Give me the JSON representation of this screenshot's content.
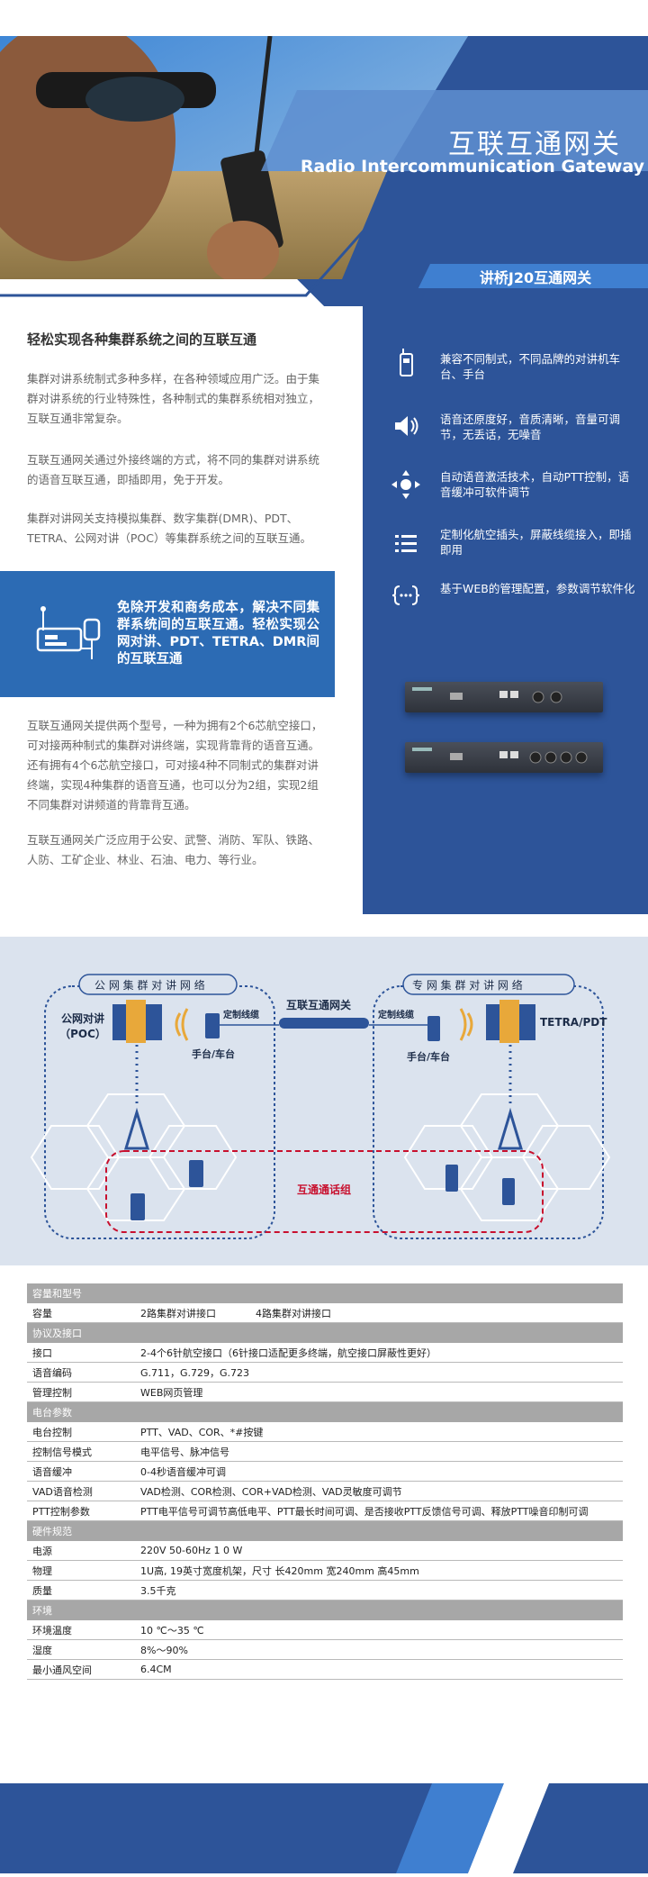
{
  "hero": {
    "title": "互联互通网关",
    "subtitle": "Radio Intercommunication Gateway",
    "banner": "讲桥J20互通网关"
  },
  "intro": {
    "heading": "轻松实现各种集群系统之间的互联互通",
    "paragraphs": [
      "集群对讲系统制式多种多样，在各种领域应用广泛。由于集群对讲系统的行业特殊性，各种制式的集群系统相对独立，互联互通非常复杂。",
      "互联互通网关通过外接终端的方式，将不同的集群对讲系统的语音互联互通，即插即用，免于开发。",
      "集群对讲网关支持模拟集群、数字集群(DMR)、PDT、TETRA、公网对讲（POC）等集群系统之间的互联互通。"
    ],
    "highlight": "免除开发和商务成本，解决不同集群系统间的互联互通。轻松实现公网对讲、PDT、TETRA、DMR间的互联互通",
    "paragraphs2": [
      "互联互通网关提供两个型号，一种为拥有2个6芯航空接口，可对接两种制式的集群对讲终端，实现背靠背的语音互通。还有拥有4个6芯航空接口，可对接4种不同制式的集群对讲终端，实现4种集群的语音互通，也可以分为2组，实现2组不同集群对讲频道的背靠背互通。",
      "互联互通网关广泛应用于公安、武警、消防、军队、铁路、人防、工矿企业、林业、石油、电力、等行业。"
    ]
  },
  "features": [
    {
      "icon": "radio-icon",
      "text": "兼容不同制式，不同品牌的对讲机车台、手台"
    },
    {
      "icon": "speaker-icon",
      "text": "语音还原度好，音质清晰，音量可调节，无丢话，无噪音"
    },
    {
      "icon": "ptt-icon",
      "text": "自动语音激活技术，自动PTT控制，语音缓冲可软件调节"
    },
    {
      "icon": "list-icon",
      "text": "定制化航空插头，屏蔽线缆接入，即插即用"
    },
    {
      "icon": "web-icon",
      "text": "基于WEB的管理配置，参数调节软件化"
    }
  ],
  "diagram": {
    "left_network": "公 网 集 群 对 讲 网 络",
    "right_network": "专 网 集 群 对 讲 网 络",
    "gateway": "互联互通网关",
    "left_system": "公网对讲\n（POC）",
    "right_system": "TETRA/PDT",
    "cable_left": "定制线缆",
    "cable_right": "定制线缆",
    "terminal_left": "手台/车台",
    "terminal_right": "手台/车台",
    "group": "互通通话组"
  },
  "spec": [
    {
      "section": "容量和型号"
    },
    {
      "k": "容量",
      "v": "2路集群对讲接口　　　　4路集群对讲接口"
    },
    {
      "section": "协议及接口"
    },
    {
      "k": "接口",
      "v": "2-4个6针航空接口（6针接口适配更多终端，航空接口屏蔽性更好）"
    },
    {
      "k": "语音编码",
      "v": "G.711，G.729，G.723"
    },
    {
      "k": "管理控制",
      "v": "WEB网页管理"
    },
    {
      "section": "电台参数"
    },
    {
      "k": "电台控制",
      "v": "PTT、VAD、COR、*#按键"
    },
    {
      "k": "控制信号模式",
      "v": "电平信号、脉冲信号"
    },
    {
      "k": "语音缓冲",
      "v": "0-4秒语音缓冲可调"
    },
    {
      "k": "VAD语音检测",
      "v": "VAD检测、COR检测、COR+VAD检测、VAD灵敏度可调节"
    },
    {
      "k": "PTT控制参数",
      "v": "PTT电平信号可调节高低电平、PTT最长时间可调、是否接收PTT反馈信号可调、释放PTT噪音印制可调"
    },
    {
      "section": "硬件规范"
    },
    {
      "k": "电源",
      "v": "220V  50-60Hz 1 0 W"
    },
    {
      "k": "物理",
      "v": "1U高, 19英寸宽度机架，尺寸 长420mm 宽240mm 高45mm"
    },
    {
      "k": "质量",
      "v": "3.5千克"
    },
    {
      "section": "环境"
    },
    {
      "k": "环境温度",
      "v": "10 ℃～35 ℃"
    },
    {
      "k": "湿度",
      "v": "8%～90%"
    },
    {
      "k": "最小通风空间",
      "v": "6.4CM"
    }
  ],
  "colors": {
    "primary": "#2d5499",
    "accent": "#2c6bb4",
    "highlight_blue": "#3a7bd5",
    "dashed_red": "#c8102e",
    "table_header": "#a7a7a7"
  }
}
